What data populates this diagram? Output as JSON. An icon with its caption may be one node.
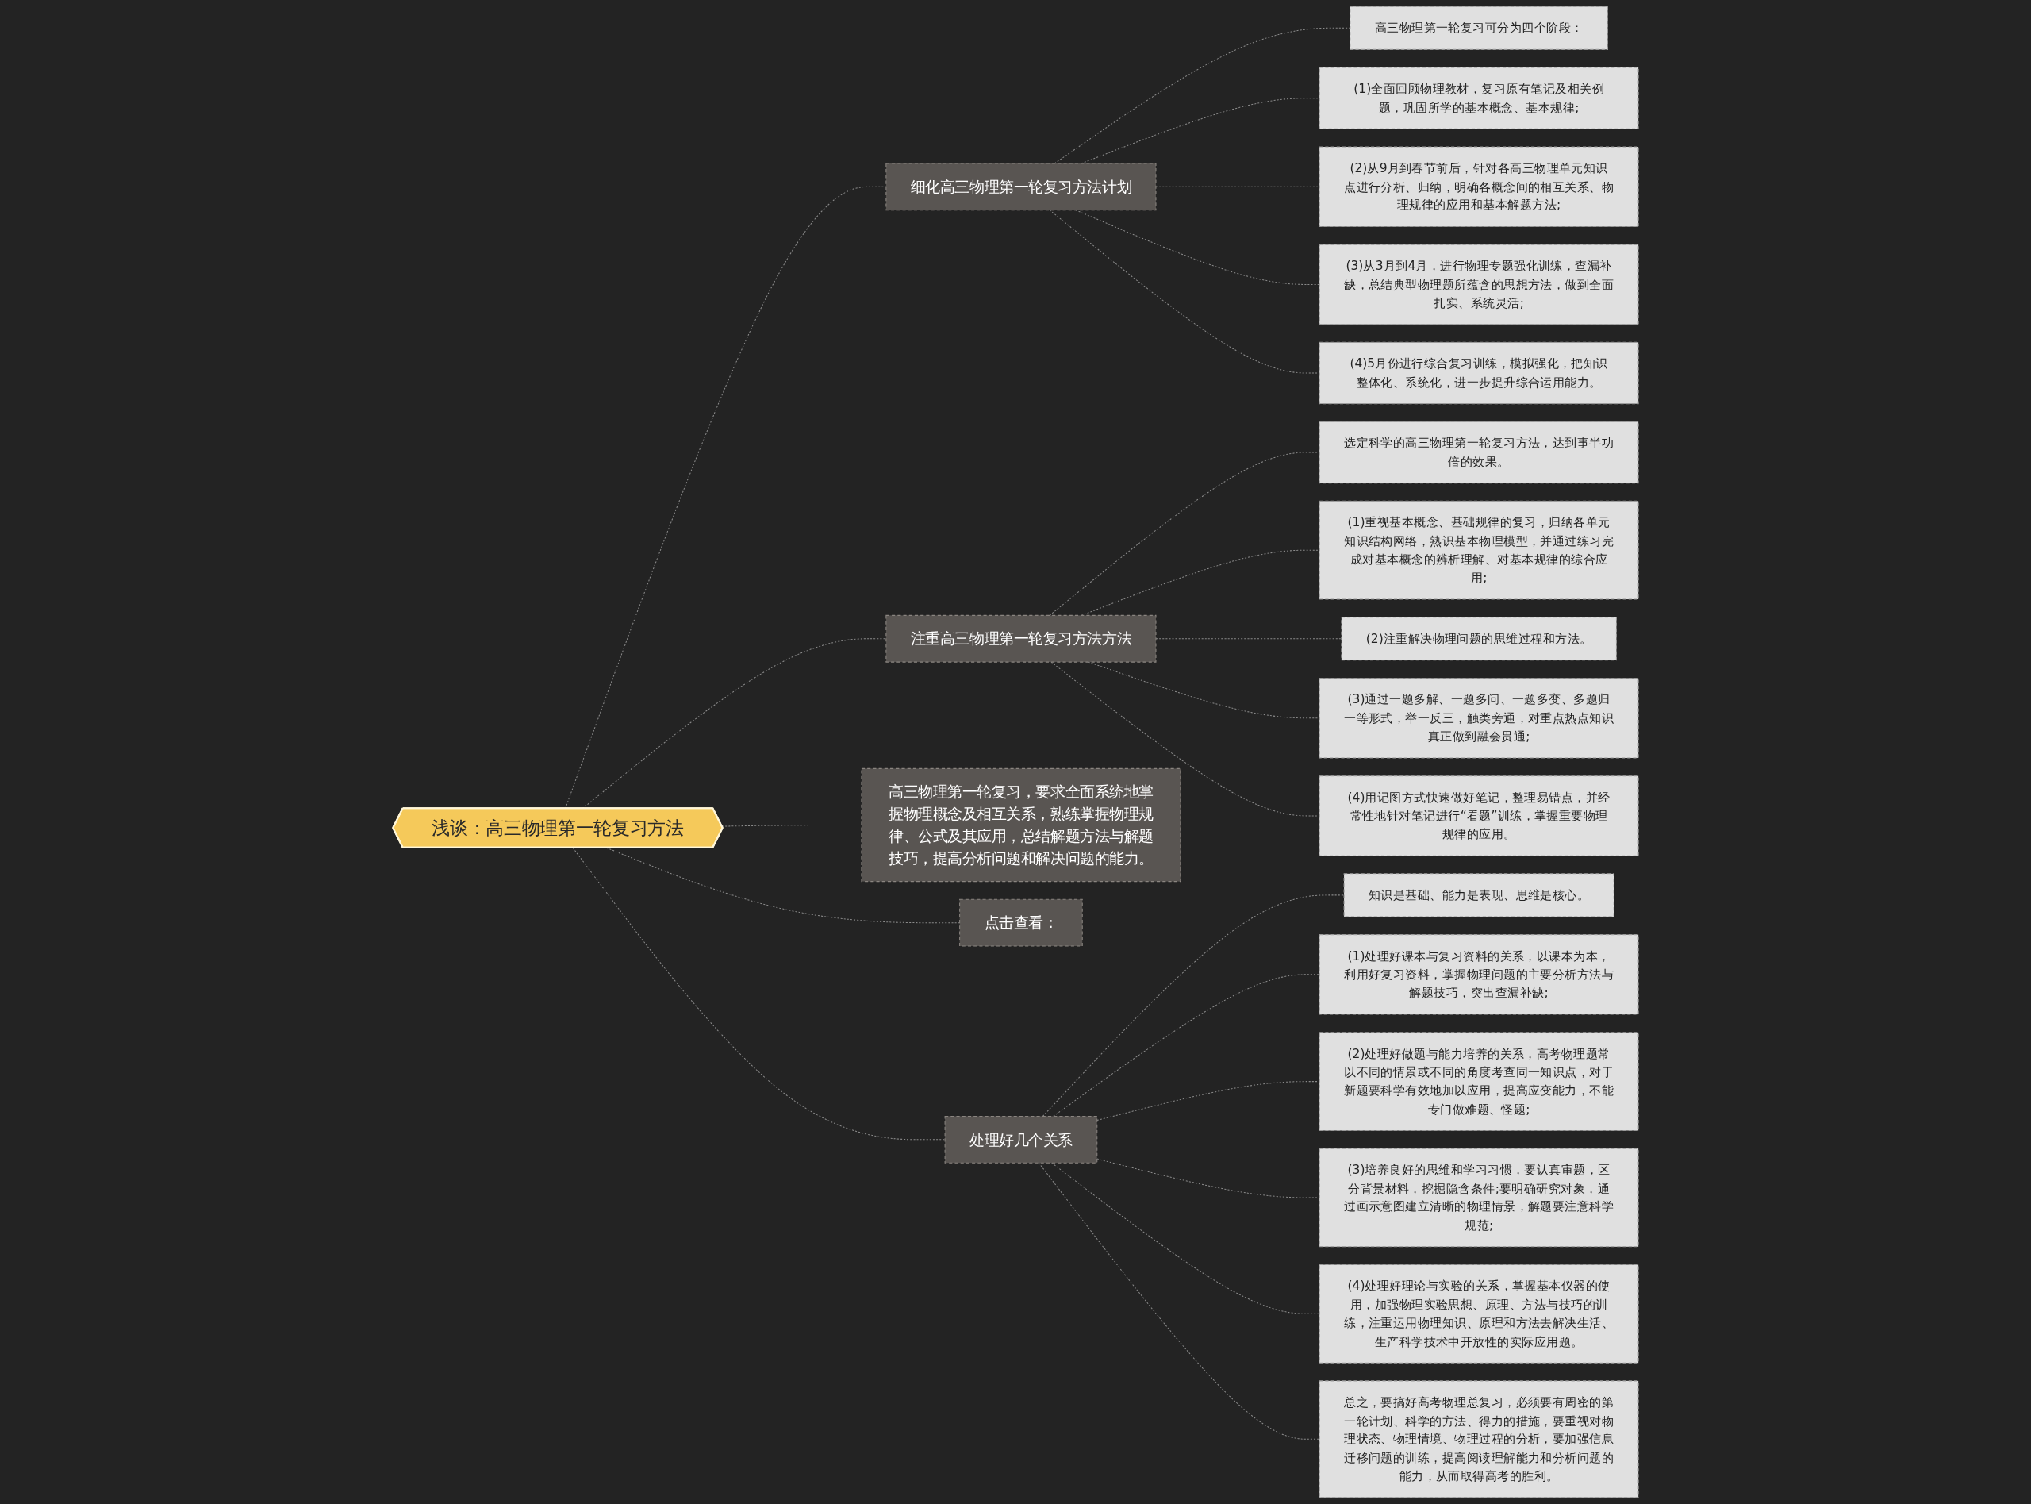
{
  "diagram": {
    "nodes": [
      {
        "text": [
          "浅谈：高三物理第一轮复习方法"
        ]
      },
      {
        "text": [
          "细化高三物理第一轮复习方法计划"
        ]
      },
      {
        "text": [
          "高三物理第一轮复习可分为四个阶段："
        ]
      },
      {
        "text": [
          "(1)全面回顾物理教材，复习原有笔记及相关例题，巩固所学的基本概念、基本规律;"
        ]
      },
      {
        "text": [
          "(2)从9月到春节前后，针对各高三物理单元知识点进行分析、归纳，明确各概念间的相互关系、物理规律的应用和基本解题方法;"
        ]
      },
      {
        "text": [
          "(3)从3月到4月，进行物理专题强化训练，查漏补缺，总结典型物理题所蕴含的思想方法，做到全面扎实、系统灵活;"
        ]
      },
      {
        "text": [
          "(4)5月份进行综合复习训练，模拟强化，把知识整体化、系统化，进一步提升综合运用能力。"
        ]
      },
      {
        "text": [
          "注重高三物理第一轮复习方法方法"
        ]
      },
      {
        "text": [
          "选定科学的高三物理第一轮复习方法，达到事半功倍的效果。"
        ]
      },
      {
        "text": [
          "(1)重视基本概念、基础规律的复习，归纳各单元知识结构网络，熟识基本物理模型，并通过练习完成对基本概念的辨析理解、对基本规律的综合应用;"
        ]
      },
      {
        "text": [
          "(2)注重解决物理问题的思维过程和方法。"
        ]
      },
      {
        "text": [
          "(3)通过一题多解、一题多问、一题多变、多题归一等形式，举一反三，触类旁通，对重点热点知识真正做到融会贯通;"
        ]
      },
      {
        "text": [
          "(4)用记图方式快速做好笔记，整理易错点，并经常性地针对笔记进行“看题”训练，掌握重要物理规律的应用。"
        ]
      },
      {
        "text": [
          "高三物理第一轮复习，要求全面系统地掌握物理概念及相互关系，熟练掌握物理规律、公式及其应用，总结解题方法与解题技巧，提高分析问题和解决问题的能力。"
        ]
      },
      {
        "text": [
          "点击查看："
        ]
      },
      {
        "text": [
          "处理好几个关系"
        ]
      },
      {
        "text": [
          "知识是基础、能力是表现、思维是核心。"
        ]
      },
      {
        "text": [
          "(1)处理好课本与复习资料的关系，以课本为本，利用好复习资料，掌握物理问题的主要分析方法与解题技巧，突出查漏补缺;"
        ]
      },
      {
        "text": [
          "(2)处理好做题与能力培养的关系，高考物理题常以不同的情景或不同的角度考查同一知识点，对于新题要科学有效地加以应用，提高应变能力，不能专门做难题、怪题;"
        ]
      },
      {
        "text": [
          "(3)培养良好的思维和学习习惯，要认真审题，区分背景材料，挖掘隐含条件;要明确研究对象，通过画示意图建立清晰的物理情景，解题要注意科学规范;"
        ]
      },
      {
        "text": [
          "(4)处理好理论与实验的关系，掌握基本仪器的使用，加强物理实验思想、原理、方法与技巧的训练，注重运用物理知识、原理和方法去解决生活、生产科学技术中开放性的实际应用题。"
        ]
      },
      {
        "text": [
          "总之，要搞好高考物理总复习，必须要有周密的第一轮计划、科学的方法、得力的措施，要重视对物理状态、物理情境、物理过程的分析，要加强信息迁移问题的训练，提高阅读理解能力和分析问题的能力，从而取得高考的胜利。"
        ]
      }
    ],
    "edges": [
      {
        "from": 0,
        "to": 1,
        "arrow": "none",
        "style": "dashed"
      },
      {
        "from": 1,
        "to": 2,
        "arrow": "none",
        "style": "dashed"
      },
      {
        "from": 1,
        "to": 3,
        "arrow": "none",
        "style": "dashed"
      },
      {
        "from": 1,
        "to": 4,
        "arrow": "none",
        "style": "dashed"
      },
      {
        "from": 1,
        "to": 5,
        "arrow": "none",
        "style": "dashed"
      },
      {
        "from": 1,
        "to": 6,
        "arrow": "none",
        "style": "dashed"
      },
      {
        "from": 0,
        "to": 7,
        "arrow": "none",
        "style": "dashed"
      },
      {
        "from": 7,
        "to": 8,
        "arrow": "none",
        "style": "dashed"
      },
      {
        "from": 7,
        "to": 9,
        "arrow": "none",
        "style": "dashed"
      },
      {
        "from": 7,
        "to": 10,
        "arrow": "none",
        "style": "dashed"
      },
      {
        "from": 7,
        "to": 11,
        "arrow": "none",
        "style": "dashed"
      },
      {
        "from": 7,
        "to": 12,
        "arrow": "none",
        "style": "dashed"
      },
      {
        "from": 0,
        "to": 13,
        "arrow": "none",
        "style": "dashed"
      },
      {
        "from": 0,
        "to": 14,
        "arrow": "none",
        "style": "dashed"
      },
      {
        "from": 0,
        "to": 15,
        "arrow": "none",
        "style": "dashed"
      },
      {
        "from": 15,
        "to": 16,
        "arrow": "none",
        "style": "dashed"
      },
      {
        "from": 15,
        "to": 17,
        "arrow": "none",
        "style": "dashed"
      },
      {
        "from": 15,
        "to": 18,
        "arrow": "none",
        "style": "dashed"
      },
      {
        "from": 15,
        "to": 19,
        "arrow": "none",
        "style": "dashed"
      },
      {
        "from": 15,
        "to": 20,
        "arrow": "none",
        "style": "dashed"
      },
      {
        "from": 15,
        "to": 21,
        "arrow": "none",
        "style": "dashed"
      }
    ]
  }
}
